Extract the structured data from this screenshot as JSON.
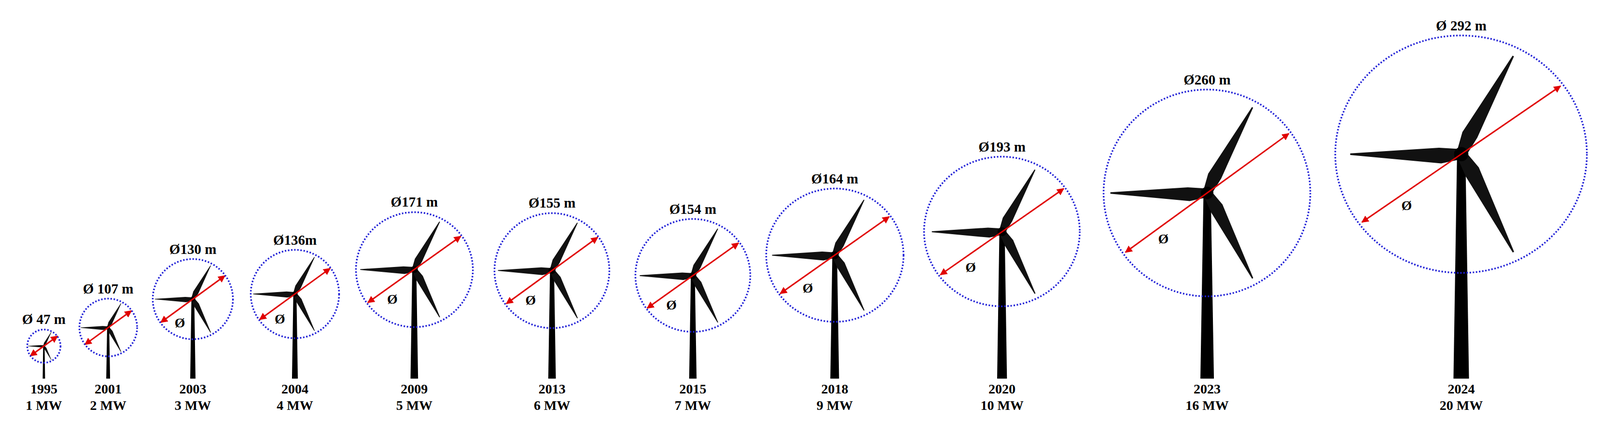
{
  "diagram": {
    "nodes": [
      {
        "text": [
          "Ø 47 m"
        ]
      },
      {
        "text": [
          "Ø 107 m"
        ]
      },
      {
        "text": [
          "Ø130 m",
          "Ø"
        ]
      },
      {
        "text": [
          "Ø136m",
          "Ø"
        ]
      },
      {
        "text": [
          "Ø171 m",
          "Ø"
        ]
      },
      {
        "text": [
          "Ø155 m",
          "Ø"
        ]
      },
      {
        "text": [
          "Ø154 m",
          "Ø"
        ]
      },
      {
        "text": [
          "Ø164 m",
          "Ø"
        ]
      },
      {
        "text": [
          "Ø193 m",
          "Ø"
        ]
      },
      {
        "text": [
          "Ø260 m",
          "Ø"
        ]
      },
      {
        "text": [
          "Ø 292 m",
          "Ø"
        ]
      }
    ],
    "labels": [
      "1995",
      "1 MW",
      "2001",
      "2 MW",
      "2003",
      "3 MW",
      "2004",
      "4 MW",
      "2009",
      "5 MW",
      "2013",
      "6 MW",
      "2015",
      "7 MW",
      "2018",
      "9 MW",
      "2020",
      "10 MW",
      "2023",
      "16 MW",
      "2024",
      "20 MW"
    ]
  }
}
